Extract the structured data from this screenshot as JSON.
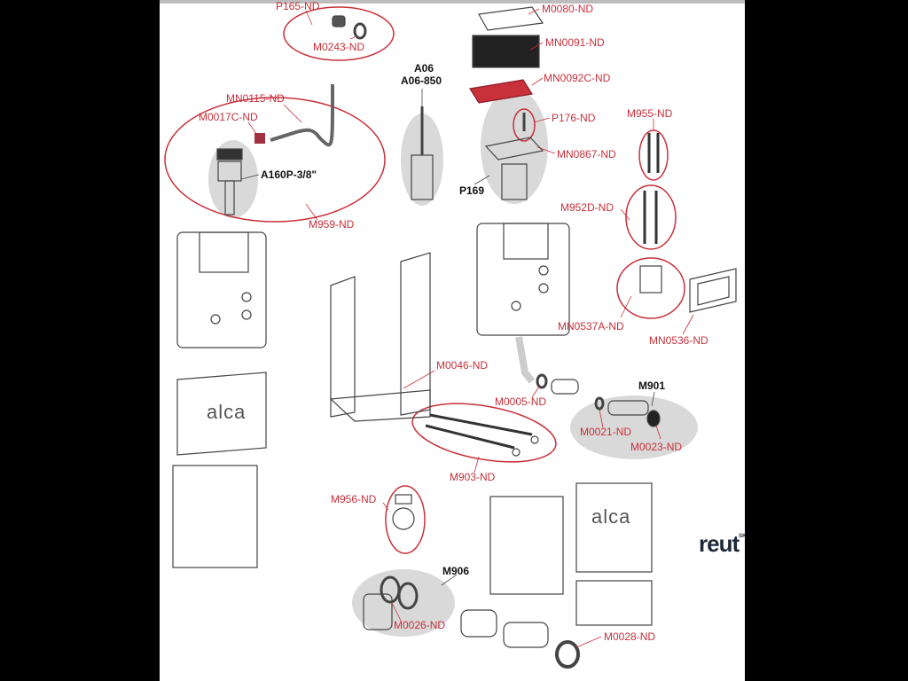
{
  "diagram": {
    "brand_logo": {
      "text": "reut",
      "suffix": "SK"
    },
    "product_brand_prints": [
      "alca",
      "alca"
    ],
    "labels_red": [
      {
        "id": "p165",
        "text": "P165-ND"
      },
      {
        "id": "m0243",
        "text": "M0243-ND"
      },
      {
        "id": "mn0115",
        "text": "MN0115-ND"
      },
      {
        "id": "m0017c",
        "text": "M0017C-ND"
      },
      {
        "id": "m959",
        "text": "M959-ND"
      },
      {
        "id": "m0080",
        "text": "M0080-ND"
      },
      {
        "id": "mn0091",
        "text": "MN0091-ND"
      },
      {
        "id": "mn0092c",
        "text": "MN0092C-ND"
      },
      {
        "id": "p176",
        "text": "P176-ND"
      },
      {
        "id": "mn0867",
        "text": "MN0867-ND"
      },
      {
        "id": "m955",
        "text": "M955-ND"
      },
      {
        "id": "m952d",
        "text": "M952D-ND"
      },
      {
        "id": "mn0537a",
        "text": "MN0537A-ND"
      },
      {
        "id": "mn0536",
        "text": "MN0536-ND"
      },
      {
        "id": "m0046",
        "text": "M0046-ND"
      },
      {
        "id": "m0005",
        "text": "M0005-ND"
      },
      {
        "id": "m0021",
        "text": "M0021-ND"
      },
      {
        "id": "m0023",
        "text": "M0023-ND"
      },
      {
        "id": "m903",
        "text": "M903-ND"
      },
      {
        "id": "m956",
        "text": "M956-ND"
      },
      {
        "id": "m0026",
        "text": "M0026-ND"
      },
      {
        "id": "m0028",
        "text": "M0028-ND"
      }
    ],
    "labels_black": [
      {
        "id": "a06",
        "text": "A06"
      },
      {
        "id": "a06_850",
        "text": "A06-850"
      },
      {
        "id": "a160p",
        "text": "A160P-3/8\""
      },
      {
        "id": "p169",
        "text": "P169"
      },
      {
        "id": "m901",
        "text": "M901"
      },
      {
        "id": "m906",
        "text": "M906"
      }
    ]
  }
}
